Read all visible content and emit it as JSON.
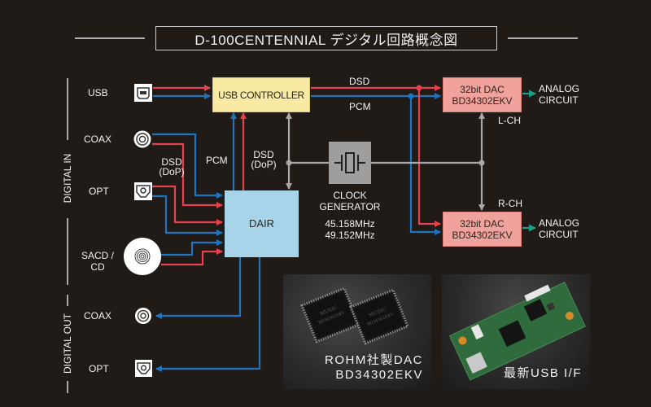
{
  "title": "D-100CENTENNIAL デジタル回路概念図",
  "colors": {
    "background": "#211b18",
    "dsd_line": "#e8414e",
    "pcm_line": "#1f74bf",
    "clock_line": "#a9a9a9",
    "analog_arrow": "#16a085",
    "usb_controller_fill": "#f8eaa2",
    "dair_fill": "#a8d4ea",
    "dac_fill": "#f2a29c",
    "clock_fill": "#9e9e9e"
  },
  "sections": {
    "digital_in": "DIGITAL IN",
    "digital_out": "DIGITAL OUT"
  },
  "inputs": [
    {
      "label": "USB",
      "icon": "usb-b-port-icon"
    },
    {
      "label": "COAX",
      "icon": "coax-jack-icon"
    },
    {
      "label": "OPT",
      "icon": "optical-port-icon"
    },
    {
      "label": "SACD /\nCD",
      "icon": "disc-icon"
    }
  ],
  "outputs": [
    {
      "label": "COAX",
      "icon": "coax-jack-icon"
    },
    {
      "label": "OPT",
      "icon": "optical-port-icon"
    }
  ],
  "blocks": {
    "usb_controller": "USB CONTROLLER",
    "dair": "DAIR",
    "clock": {
      "name_line1": "CLOCK",
      "name_line2": "GENERATOR",
      "freq1": "45.158MHz",
      "freq2": "49.152MHz"
    },
    "dac_l": {
      "line1": "32bit DAC",
      "line2": "BD34302EKV",
      "channel": "L-CH"
    },
    "dac_r": {
      "line1": "32bit DAC",
      "line2": "BD34302EKV",
      "channel": "R-CH"
    },
    "analog_l": {
      "line1": "ANALOG",
      "line2": "CIRCUIT"
    },
    "analog_r": {
      "line1": "ANALOG",
      "line2": "CIRCUIT"
    }
  },
  "signal_labels": {
    "dsd": "DSD",
    "pcm": "PCM",
    "pcm_up": "PCM",
    "dsd_dop_left_1": "DSD",
    "dsd_dop_left_2": "(DoP)",
    "dsd_dop_mid_1": "DSD",
    "dsd_dop_mid_2": "(DoP)"
  },
  "photos": [
    {
      "caption_line1": "ROHM社製DAC",
      "caption_line2": "BD34302EKV",
      "subject": "dac-chips-photo"
    },
    {
      "caption_line1": "最新USB I/F",
      "caption_line2": "",
      "subject": "usb-board-photo"
    }
  ]
}
